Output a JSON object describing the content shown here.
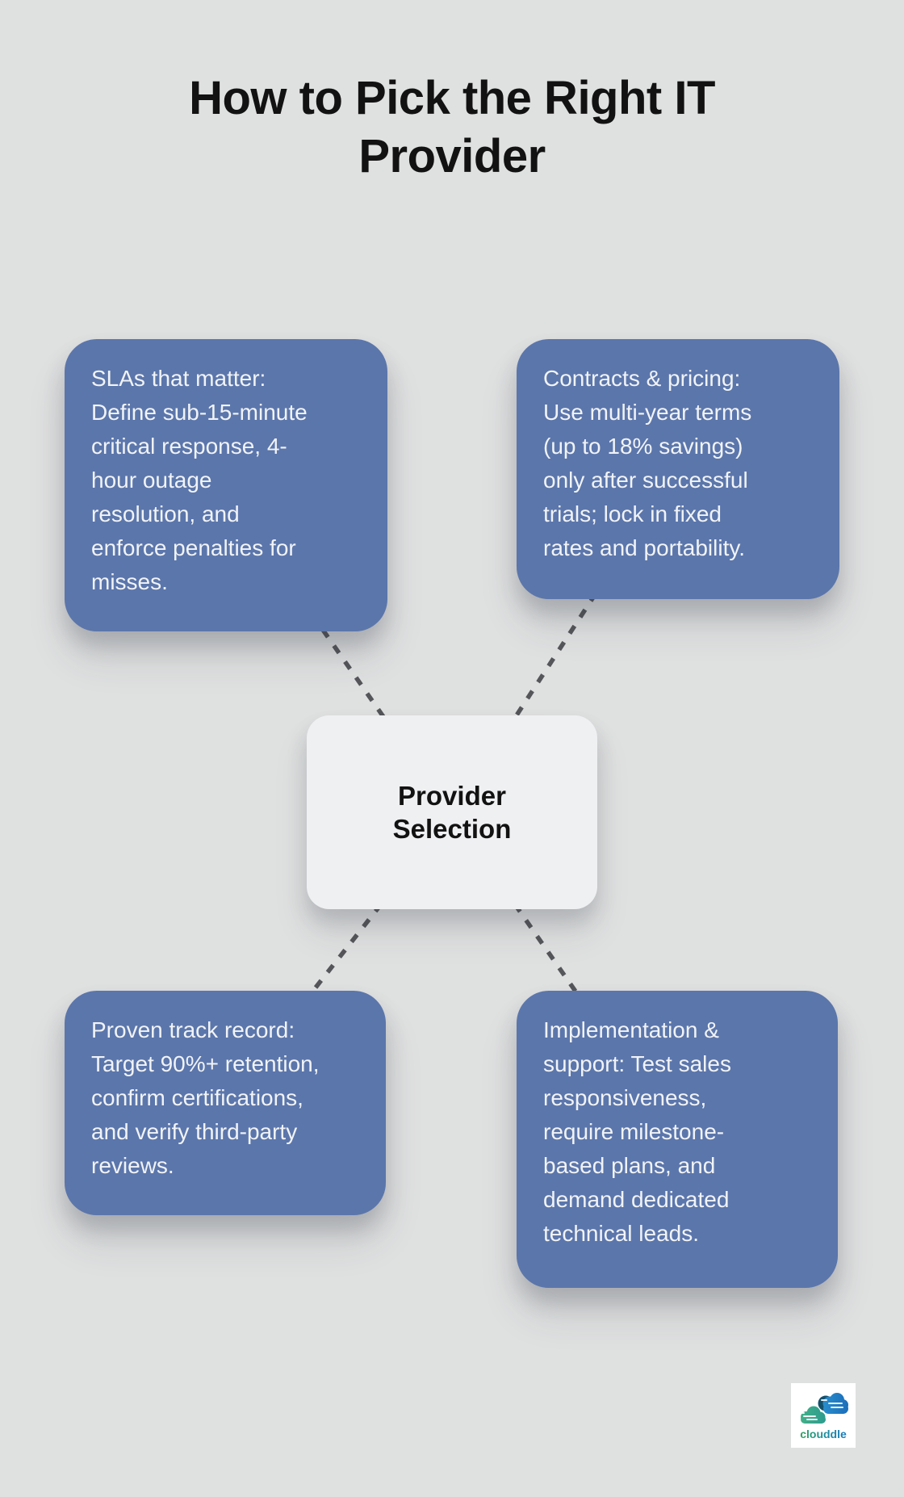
{
  "title": {
    "text": "How to Pick the Right IT\nProvider"
  },
  "center": {
    "label": "Provider\nSelection"
  },
  "nodes": [
    {
      "id": "slas",
      "text": "SLAs that matter:\nDefine sub-15-minute\ncritical response, 4-\nhour outage\nresolution, and\nenforce penalties for\nmisses."
    },
    {
      "id": "contracts-pricing",
      "text": "Contracts & pricing:\nUse multi-year terms\n(up to 18% savings)\nonly after successful\ntrials; lock in fixed\nrates and portability."
    },
    {
      "id": "track-record",
      "text": "Proven track record:\nTarget 90%+ retention,\nconfirm certifications,\nand verify third-party\nreviews."
    },
    {
      "id": "implementation-support",
      "text": "Implementation &\nsupport: Test sales\nresponsiveness,\nrequire milestone-\nbased plans, and\ndemand dedicated\ntechnical leads."
    }
  ],
  "logo": {
    "brand": "clouddle"
  },
  "colors": {
    "canvasBg": "#dfe0e0",
    "nodeBlue": "#5b76ab",
    "nodeText": "#f1f3f6",
    "centerBg": "#eff0f2",
    "centerText": "#121212",
    "titleText": "#121212",
    "dash": "#55565a",
    "logoGreen": "#2fa25c",
    "logoBlue": "#1878be"
  }
}
